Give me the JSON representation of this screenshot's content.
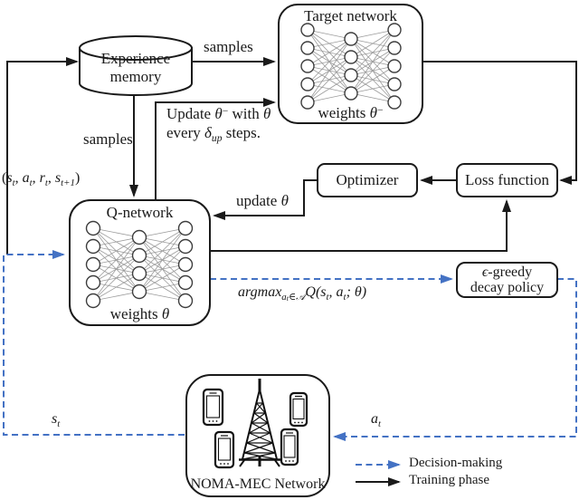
{
  "colors": {
    "accent": "#4472C4",
    "line": "#1a1a1a"
  },
  "nodes": {
    "experience_memory": {
      "line1": "Experience",
      "line2": "memory"
    },
    "target_network": {
      "title": "Target network",
      "weights": [
        [
          "weights ",
          ""
        ],
        [
          "θ",
          "i"
        ],
        [
          "−",
          "sp"
        ]
      ]
    },
    "q_network": {
      "title": "Q-network",
      "weights": [
        [
          "weights ",
          ""
        ],
        [
          "θ",
          "i"
        ]
      ]
    },
    "optimizer": {
      "label": "Optimizer"
    },
    "loss_function": {
      "label": "Loss function"
    },
    "egreedy_policy": {
      "line1": [
        [
          "ϵ",
          "i"
        ],
        [
          "-greedy",
          ""
        ]
      ],
      "line2": "decay policy"
    },
    "noma_mec": {
      "label": "NOMA-MEC Network"
    }
  },
  "edge_labels": {
    "samples": "samples",
    "update_target_line1": [
      [
        "Update ",
        ""
      ],
      [
        "θ",
        "i"
      ],
      [
        "−",
        "sp"
      ],
      [
        " with ",
        ""
      ],
      [
        "θ",
        "i"
      ]
    ],
    "update_target_line2": [
      [
        "every ",
        ""
      ],
      [
        "δ",
        "i"
      ],
      [
        "up",
        "i sb"
      ],
      [
        " steps.",
        ""
      ]
    ],
    "transition_tuple": [
      [
        "(",
        ""
      ],
      [
        "s",
        "i"
      ],
      [
        "t",
        "i sb"
      ],
      [
        ", ",
        ""
      ],
      [
        "a",
        "i"
      ],
      [
        "t",
        "i sb"
      ],
      [
        ", ",
        ""
      ],
      [
        "r",
        "i"
      ],
      [
        "t",
        "i sb"
      ],
      [
        ", ",
        ""
      ],
      [
        "s",
        "i"
      ],
      [
        "t+1",
        "i sb"
      ],
      [
        ")",
        ""
      ]
    ],
    "update_theta": [
      [
        "update ",
        ""
      ],
      [
        "θ",
        "i"
      ]
    ],
    "argmax_action": [
      [
        "argmax",
        "i"
      ],
      [
        "a",
        "i sb"
      ],
      [
        "t",
        "i sbb"
      ],
      [
        "∈𝒜",
        "i sb"
      ],
      [
        "Q",
        "i"
      ],
      [
        "(",
        "i"
      ],
      [
        "s",
        "i"
      ],
      [
        "t",
        "i sb"
      ],
      [
        ", ",
        "i"
      ],
      [
        "a",
        "i"
      ],
      [
        "t",
        "i sb"
      ],
      [
        "; ",
        "i"
      ],
      [
        "θ",
        "i"
      ],
      [
        ")",
        "i"
      ]
    ],
    "state": [
      [
        "s",
        "i"
      ],
      [
        "t",
        "i sb"
      ]
    ],
    "action": [
      [
        "a",
        "i"
      ],
      [
        "t",
        "i sb"
      ]
    ]
  },
  "legend": {
    "decision_making": "Decision-making",
    "training_phase": "Training phase"
  }
}
